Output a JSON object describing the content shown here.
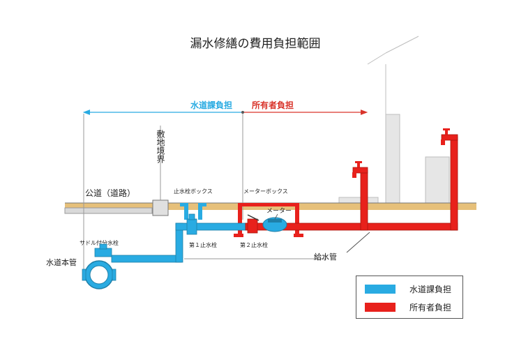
{
  "title": "漏水修繕の費用負担範囲",
  "responsibility": {
    "city": "水道課負担",
    "owner": "所有者負担"
  },
  "labels": {
    "boundary": "敷地境界",
    "road": "公道（道路）",
    "stop_valve_box": "止水栓ボックス",
    "meter_box": "メーターボックス",
    "meter": "メーター",
    "saddle_valve": "サドル付分水栓",
    "main_pipe": "水道本管",
    "valve_1": "第１止水栓",
    "valve_2": "第２止水栓",
    "supply_pipe": "給水管"
  },
  "legend": [
    {
      "label": "水道課負担",
      "color": "#29abe2"
    },
    {
      "label": "所有者負担",
      "color": "#e8211c"
    }
  ],
  "colors": {
    "city_pipe": "#29abe2",
    "owner_pipe": "#e8211c",
    "city_arrow": "#29abe2",
    "owner_arrow": "#d9342b",
    "ground": "#e6c07a",
    "building": "#e6e6e6"
  }
}
